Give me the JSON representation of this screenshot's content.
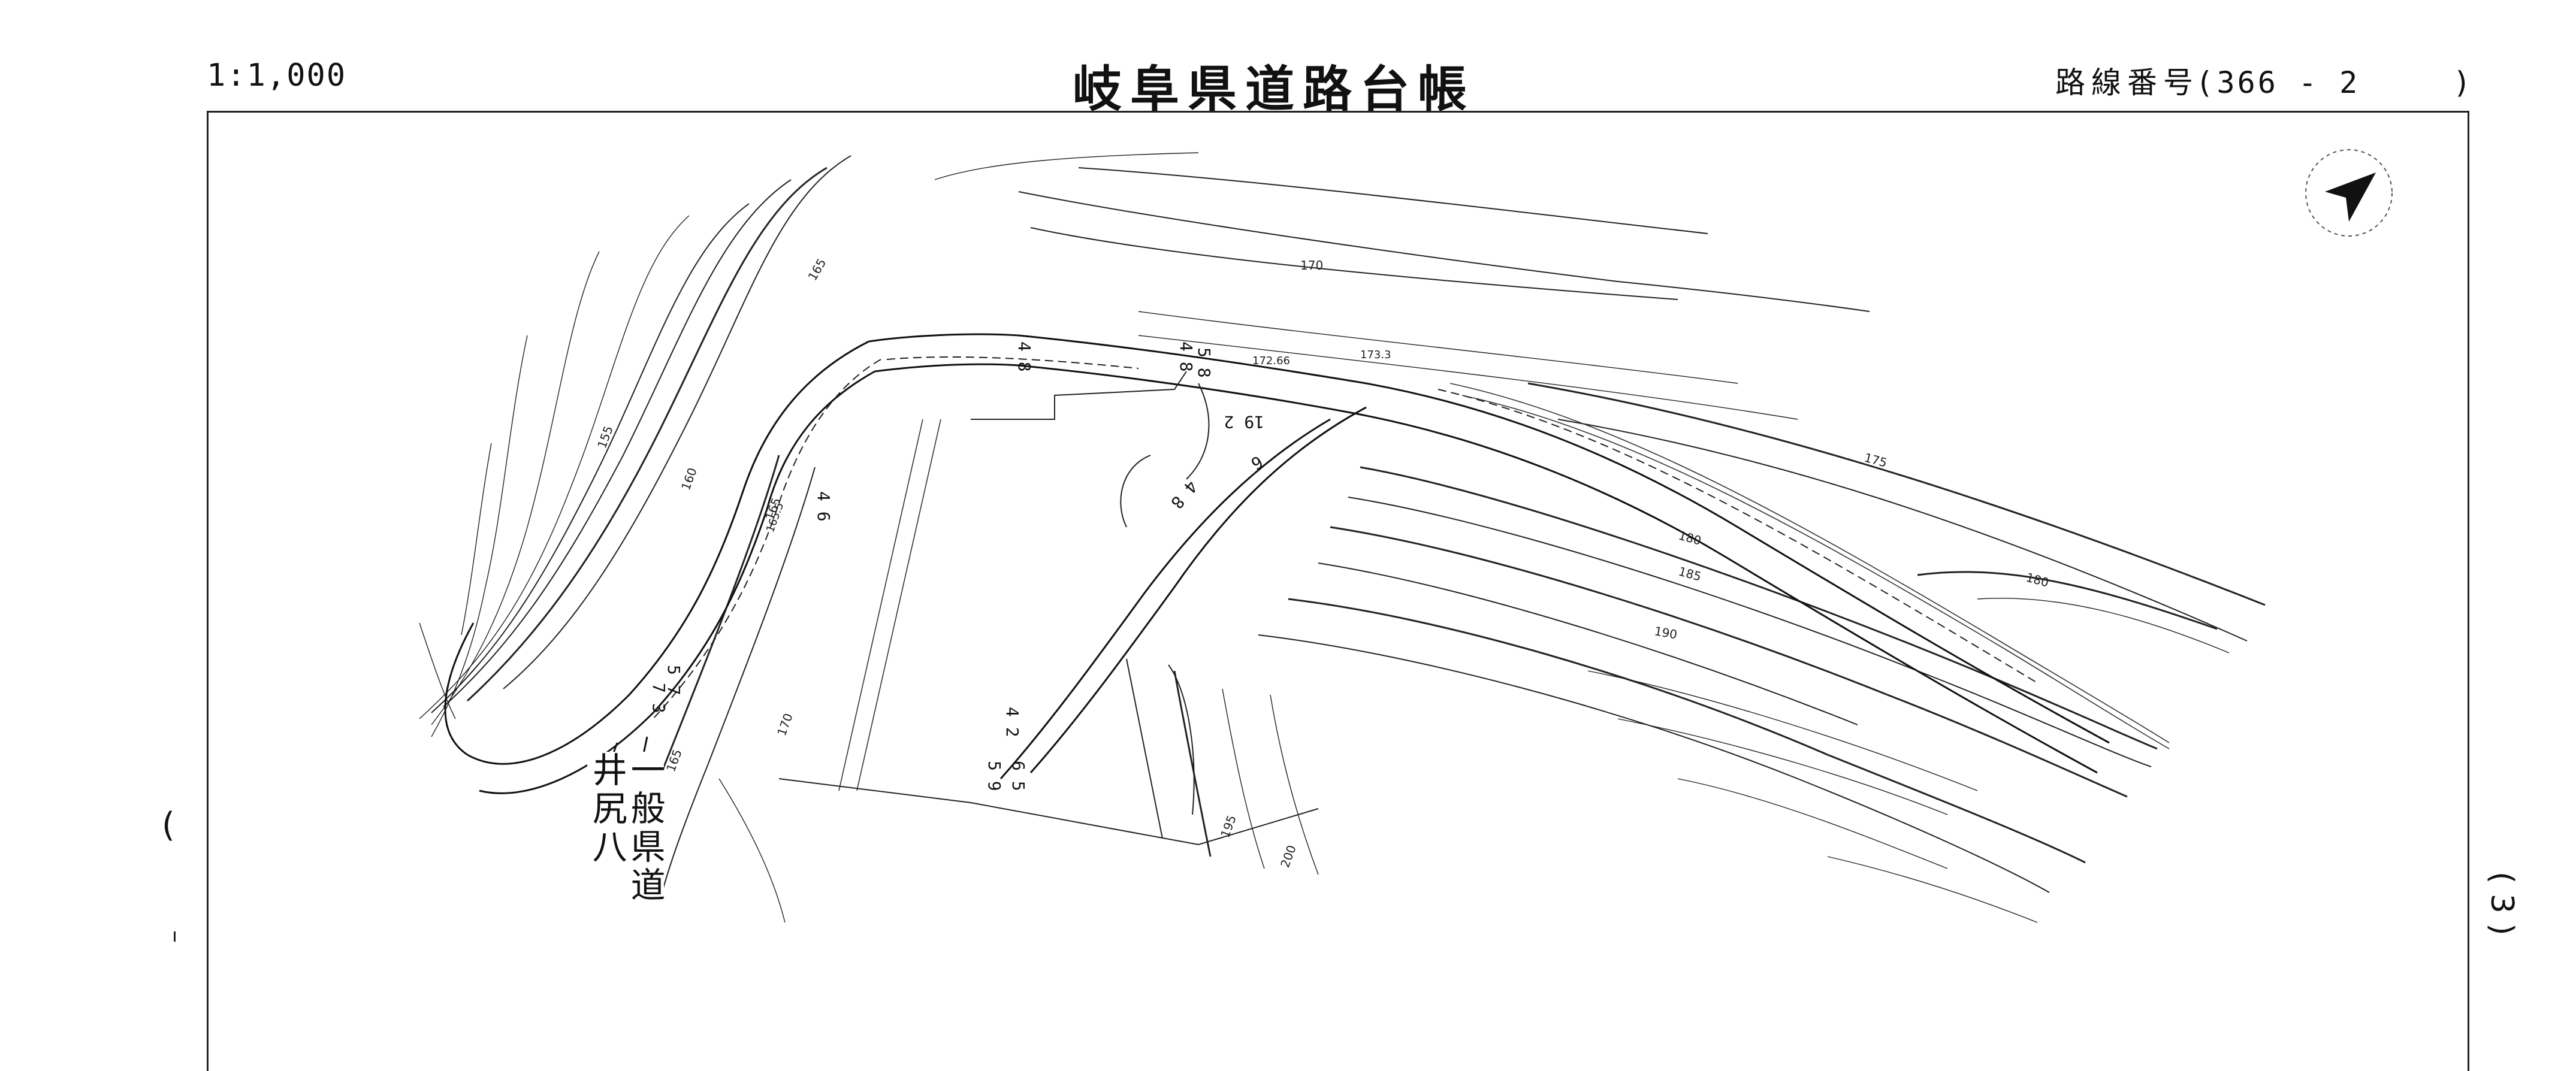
{
  "header": {
    "scale": "1:1,000",
    "title": "岐阜県道路台帳",
    "route_label": "路線番号(",
    "route_number": "366 - 2",
    "route_close": ")"
  },
  "sheet": {
    "paren_left": "(",
    "sheet_number": "( 3 )"
  },
  "road_label": "一般県道井尻八",
  "compass_icon": "north-arrow-icon",
  "contours": {
    "c155": "155",
    "c160": "160",
    "c165a": "165",
    "c165b": "165",
    "c165c": "165",
    "c170a": "170",
    "c170b": "170",
    "c175": "175",
    "c180a": "180",
    "c180b": "180",
    "c185": "185",
    "c190": "190",
    "c195": "195",
    "c200": "200"
  },
  "spot_heights": {
    "h1": "172.66",
    "h2": "173.3",
    "h3": "165.5"
  },
  "widths": {
    "w1": "4 8",
    "w2": "5 8",
    "w3": "4 8",
    "w4": "19 2",
    "w5": "6",
    "w6": "4 8",
    "w7": "4 6",
    "w8": "5 7",
    "w9": "7 3",
    "w10": "4 2",
    "w11": "5 9",
    "w12": "6 5"
  }
}
